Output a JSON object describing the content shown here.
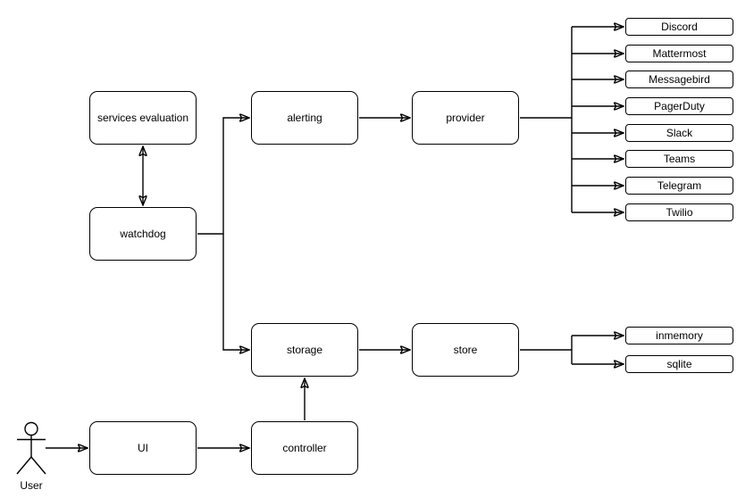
{
  "nodes": {
    "services_evaluation": "services evaluation",
    "watchdog": "watchdog",
    "alerting": "alerting",
    "provider": "provider",
    "storage": "storage",
    "store": "store",
    "ui": "UI",
    "controller": "controller"
  },
  "providers": [
    "Discord",
    "Mattermost",
    "Messagebird",
    "PagerDuty",
    "Slack",
    "Teams",
    "Telegram",
    "Twilio"
  ],
  "stores": [
    "inmemory",
    "sqlite"
  ],
  "actor": {
    "label": "User"
  },
  "style": {
    "stroke_color": "#000000",
    "fill_color": "#ffffff",
    "text_color": "#000000"
  }
}
